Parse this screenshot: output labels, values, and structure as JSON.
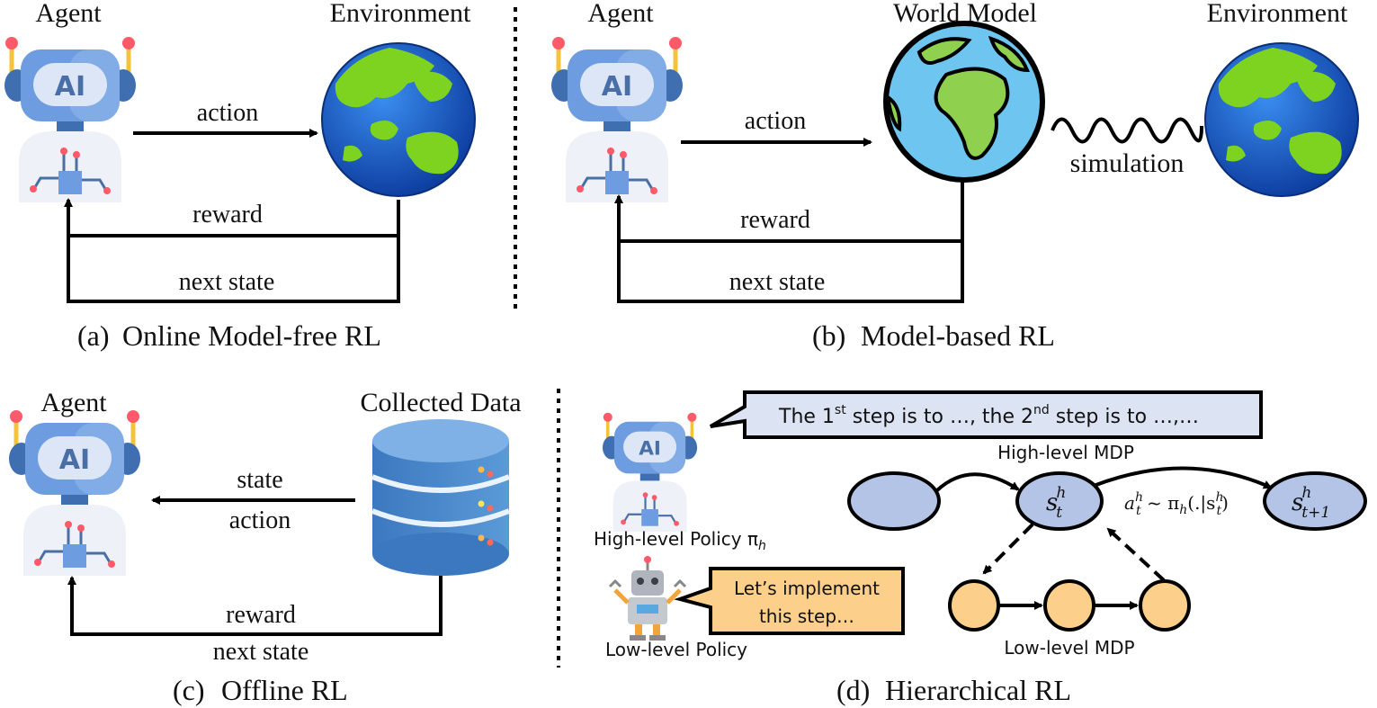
{
  "panel_a": {
    "agent_label": "Agent",
    "env_label": "Environment",
    "action": "action",
    "reward": "reward",
    "next_state": "next state",
    "caption_tag": "(a)",
    "caption": "Online Model-free RL"
  },
  "panel_b": {
    "agent_label": "Agent",
    "world_model_label": "World Model",
    "env_label": "Environment",
    "action": "action",
    "simulation": "simulation",
    "reward": "reward",
    "next_state": "next state",
    "caption_tag": "(b)",
    "caption": "Model-based RL"
  },
  "panel_c": {
    "agent_label": "Agent",
    "data_label": "Collected Data",
    "state": "state",
    "action": "action",
    "reward": "reward",
    "next_state": "next state",
    "caption_tag": "(c)",
    "caption": "Offline RL"
  },
  "panel_d": {
    "bubble_high": {
      "p1": "The 1",
      "sup1": "st",
      "p2": " step is to …, the 2",
      "sup2": "nd",
      "p3": " step is to …,…"
    },
    "bubble_low_line1": "Let’s implement",
    "bubble_low_line2": "this step…",
    "high_policy_label": "High-level Policy π",
    "high_policy_sub": "h",
    "low_policy_label": "Low-level Policy",
    "high_mdp_label": "High-level MDP",
    "low_mdp_label": "Low-level MDP",
    "node_s": "s",
    "node_sup": "h",
    "node_sub_t": "t",
    "node_sub_t1": "t+1",
    "formula": "a",
    "formula_rest1": " ~ π",
    "formula_rest2": "(.|s",
    "formula_rest3": ")",
    "caption_tag": "(d)",
    "caption": "Hierarchical RL"
  },
  "colors": {
    "globe_ocean": "#1f5fd0",
    "globe_land": "#7ed321",
    "world_model_ocean": "#6ec6f0",
    "world_model_land": "#8fd14f",
    "node_high": "#b4c4e6",
    "node_low": "#fcd08a",
    "bubble_high": "#dce4f4",
    "bubble_low": "#fcd08a",
    "agent_blue": "#6d9de0",
    "agent_dark": "#3f6fb0",
    "antenna_red": "#ff5a6a",
    "database_blue": "#4a86c8"
  }
}
